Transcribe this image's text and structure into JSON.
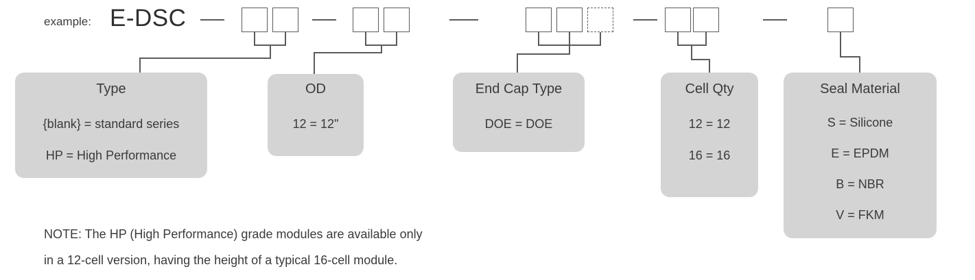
{
  "example": {
    "label": "example:",
    "code": "E-DSC"
  },
  "separators": [
    "dash-1",
    "dash-2",
    "dash-3",
    "dash-4",
    "dash-5"
  ],
  "slot_groups": [
    {
      "name": "type-slots",
      "slots": [
        {
          "style": "solid"
        },
        {
          "style": "solid"
        }
      ]
    },
    {
      "name": "od-slots",
      "slots": [
        {
          "style": "solid"
        },
        {
          "style": "solid"
        }
      ]
    },
    {
      "name": "end-cap-slots",
      "slots": [
        {
          "style": "solid"
        },
        {
          "style": "solid"
        },
        {
          "style": "dashed"
        }
      ]
    },
    {
      "name": "cell-qty-slots",
      "slots": [
        {
          "style": "solid"
        },
        {
          "style": "solid"
        }
      ]
    },
    {
      "name": "seal-material-slots",
      "slots": [
        {
          "style": "solid"
        }
      ]
    }
  ],
  "legend": [
    {
      "key": "type",
      "title": "Type",
      "options": [
        "{blank} = standard series",
        "HP = High Performance"
      ]
    },
    {
      "key": "od",
      "title": "OD",
      "options": [
        "12 = 12\""
      ]
    },
    {
      "key": "end_cap_type",
      "title": "End Cap Type",
      "options": [
        "DOE = DOE"
      ]
    },
    {
      "key": "cell_qty",
      "title": "Cell Qty",
      "options": [
        "12 = 12",
        "16 = 16"
      ]
    },
    {
      "key": "seal_material",
      "title": "Seal Material",
      "options": [
        "S = Silicone",
        "E = EPDM",
        "B = NBR",
        "V = FKM"
      ]
    }
  ],
  "note": {
    "line1": "NOTE: The HP (High Performance) grade modules are available only",
    "line2": "in a 12-cell version, having the height of a typical 16-cell module."
  },
  "colors": {
    "box_fill": "#d4d4d4",
    "line": "#5a5a5a",
    "text": "#3a3a3a",
    "background": "#ffffff"
  }
}
